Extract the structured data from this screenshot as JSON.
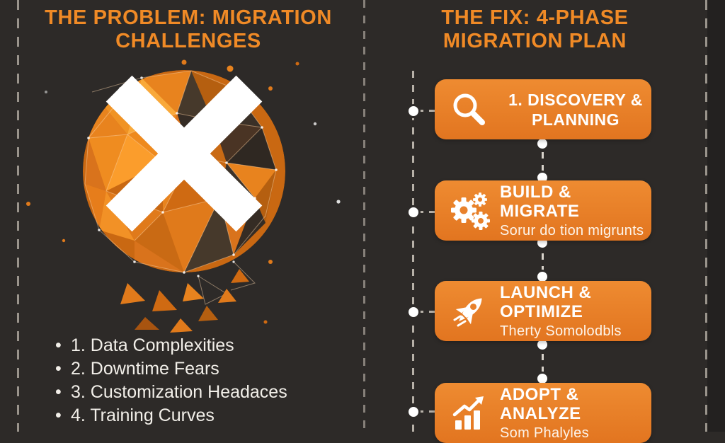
{
  "colors": {
    "background": "#2d2a28",
    "accent_orange": "#f08a26",
    "card_orange": "#e8812c",
    "text_light": "#f2efe9",
    "dash_gray": "#9a948c",
    "dot_white": "#ffffff",
    "right_margin_bg": "#232120"
  },
  "left_panel": {
    "title_line1": "THE PROBLEM: MIGRATION",
    "title_line2": "CHALLENGES",
    "illustration": "broken-network-sphere-with-x-mark",
    "bullet": "•",
    "challenges": [
      "1. Data Complexities",
      "2. Downtime Fears",
      "3. Customization Headaces",
      "4. Training Curves"
    ]
  },
  "right_panel": {
    "title_line1": "THE FIX: 4-PHASE",
    "title_line2": "MIGRATION PLAN",
    "phases": [
      {
        "icon": "magnifier-icon",
        "title": "1. DISCOVERY & PLANNING",
        "subtitle": ""
      },
      {
        "icon": "gears-icon",
        "title": "BUILD & MIGRATE",
        "subtitle": "Sorur do tion migrunts"
      },
      {
        "icon": "rocket-icon",
        "title": "LAUNCH & OPTIMIZE",
        "subtitle": "Therty Somolodbls"
      },
      {
        "icon": "bar-chart-icon",
        "title": "ADOPT & ANALYZE",
        "subtitle": "Som Phalyles"
      }
    ]
  }
}
